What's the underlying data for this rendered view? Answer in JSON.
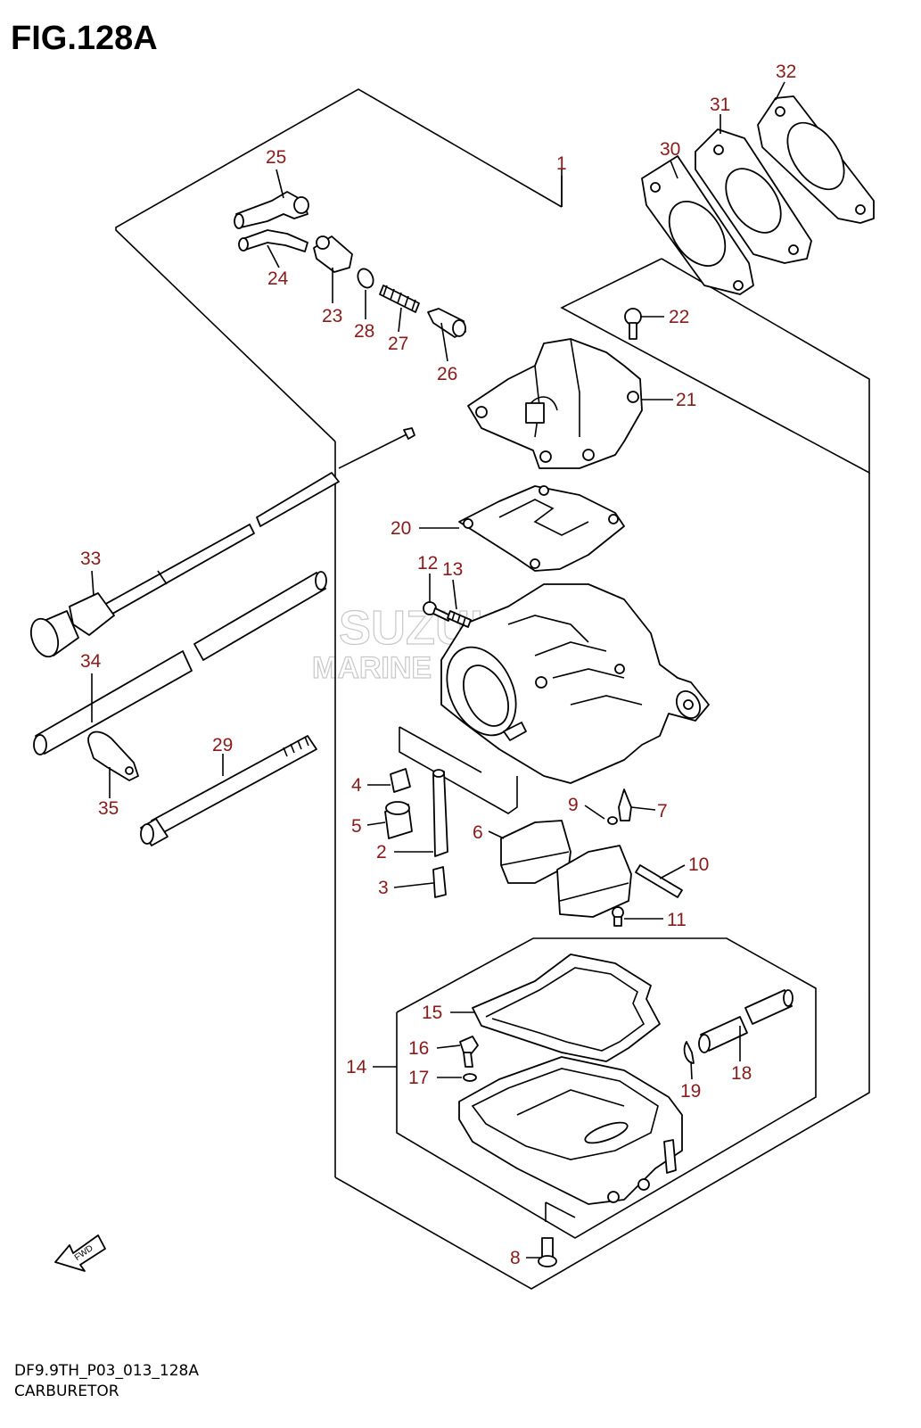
{
  "figure": {
    "title": "FIG.128A",
    "code": "DF9.9TH_P03_013_128A",
    "name": "CARBURETOR",
    "watermark_top": "SUZUKI",
    "watermark_bottom": "MARINE PARTS",
    "fwd_text": "FWD"
  },
  "callouts": [
    "1",
    "2",
    "3",
    "4",
    "5",
    "6",
    "7",
    "8",
    "9",
    "10",
    "11",
    "12",
    "13",
    "14",
    "15",
    "16",
    "17",
    "18",
    "19",
    "20",
    "21",
    "22",
    "23",
    "24",
    "25",
    "26",
    "27",
    "28",
    "29",
    "30",
    "31",
    "32",
    "33",
    "34",
    "35"
  ],
  "colors": {
    "label": "#8b1a1a",
    "line": "#000000",
    "watermark": "#c8c8c8"
  }
}
